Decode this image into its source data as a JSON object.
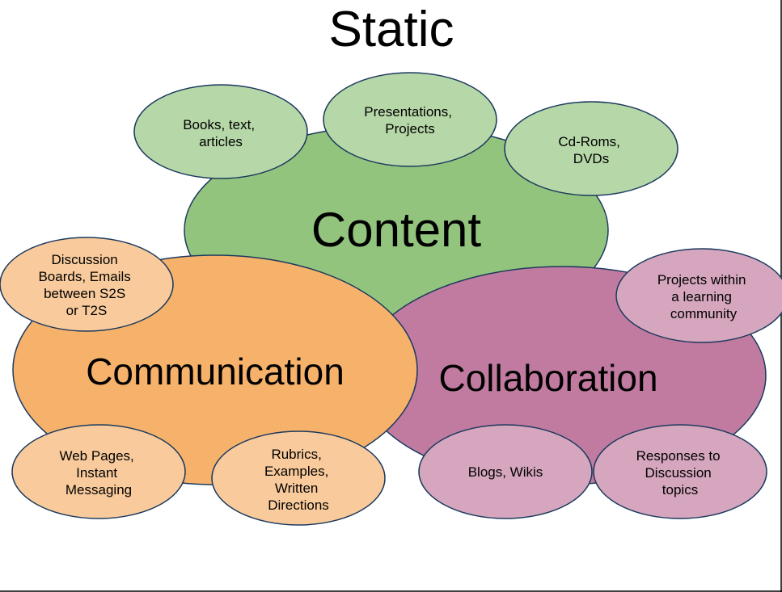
{
  "title": "Static",
  "colors": {
    "content_main": "#93c47d",
    "content_sub": "#b6d7a8",
    "communication_main": "#f6b26b",
    "communication_sub": "#f9cb9c",
    "collaboration_main": "#c27ba0",
    "collaboration_sub": "#d5a6bd",
    "outline": "#1c3a5e"
  },
  "content": {
    "label": "Content",
    "items": [
      [
        "Books, text,",
        "articles"
      ],
      [
        "Presentations,",
        "Projects"
      ],
      [
        "Cd-Roms,",
        "DVDs"
      ]
    ]
  },
  "communication": {
    "label": "Communication",
    "items": [
      [
        "Discussion",
        "Boards, Emails",
        "between S2S",
        "or T2S"
      ],
      [
        "Web Pages,",
        "Instant",
        "Messaging"
      ],
      [
        "Rubrics,",
        "Examples,",
        "Written",
        "Directions"
      ]
    ]
  },
  "collaboration": {
    "label": "Collaboration",
    "items": [
      [
        "Projects within",
        "a learning",
        "community"
      ],
      [
        "Blogs, Wikis"
      ],
      [
        "Responses to",
        "Discussion",
        "topics"
      ]
    ]
  }
}
